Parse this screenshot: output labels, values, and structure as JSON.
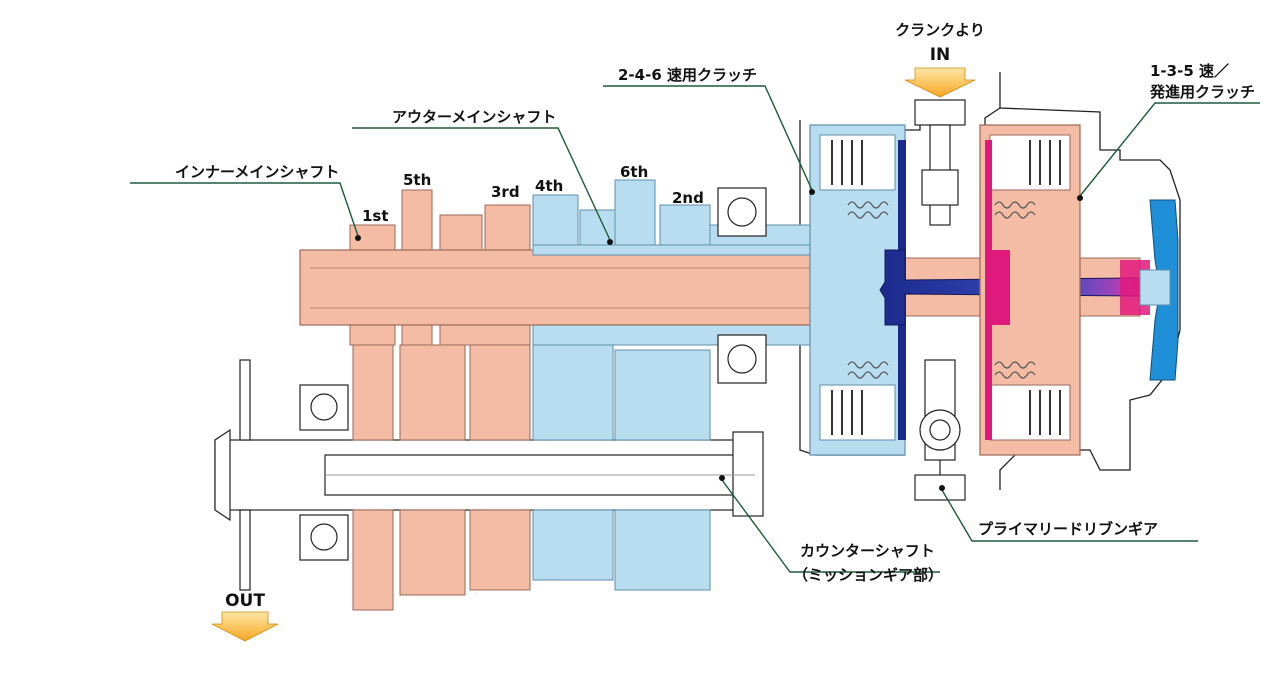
{
  "labels": {
    "crank_from": "クランクより",
    "in": "IN",
    "out": "OUT",
    "clutch_246": "2-4-6 速用クラッチ",
    "clutch_135_line1": "1-3-5 速／",
    "clutch_135_line2": "発進用クラッチ",
    "outer_main_shaft": "アウターメインシャフト",
    "inner_main_shaft": "インナーメインシャフト",
    "primary_driven_gear": "プライマリードリブンギア",
    "counter_shaft_line1": "カウンターシャフト",
    "counter_shaft_line2": "（ミッションギア部）"
  },
  "gears": {
    "first": "1st",
    "second": "2nd",
    "third": "3rd",
    "fourth": "4th",
    "fifth": "5th",
    "sixth": "6th"
  },
  "colors": {
    "odd_gear_salmon": "#f4bca5",
    "even_gear_blue": "#b9ddf0",
    "blue_clutch_shaft": "#1c2a8c",
    "magenta_clutch": "#e0197d",
    "bright_blue_damper": "#1f8fd8",
    "arrow_orange": "#f5a623",
    "leader_green": "#1f5a3a"
  }
}
